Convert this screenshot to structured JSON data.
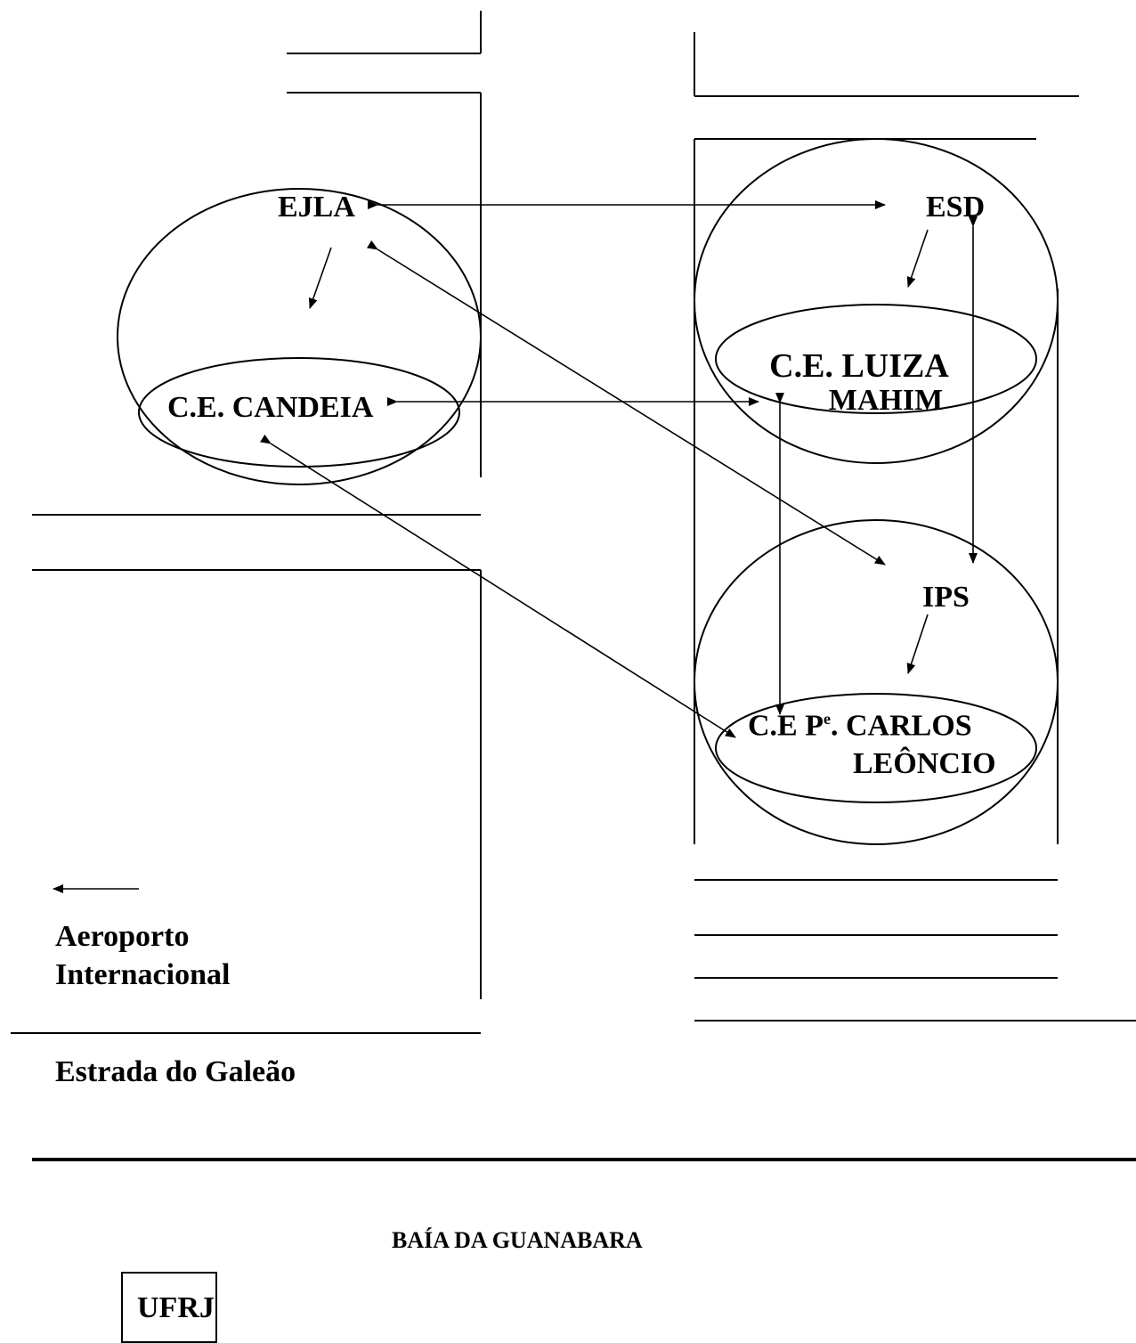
{
  "nodes": {
    "ejla": "EJLA",
    "esd": "ESD",
    "ips": "IPS",
    "candeia": "C.E. CANDEIA",
    "luiza_line1": "C.E. LUIZA",
    "luiza_line2": "MAHIM",
    "carlos_prefix": "C.E P",
    "carlos_sup": "e",
    "carlos_rest": ". CARLOS",
    "carlos_line2": "LEÔNCIO"
  },
  "places": {
    "airport_line1": "Aeroporto",
    "airport_line2": "Internacional",
    "road": "Estrada do Galeão",
    "bay": "BAÍA DA GUANABARA",
    "university": "UFRJ"
  }
}
